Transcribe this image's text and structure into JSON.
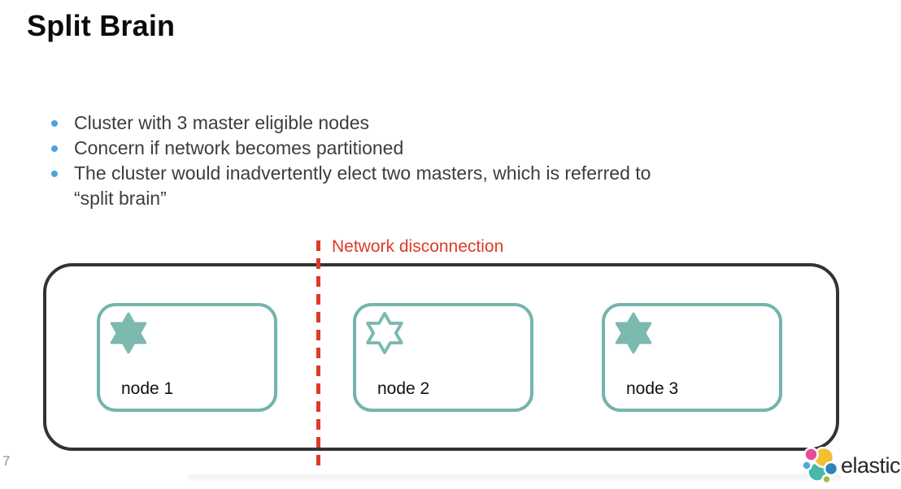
{
  "slide": {
    "title": "Split Brain",
    "page_number": "7"
  },
  "bullets": [
    "Cluster with 3 master eligible nodes",
    "Concern if network becomes partitioned",
    "The cluster would inadvertently elect two masters, which is referred to\n“split brain”"
  ],
  "diagram": {
    "annotation": "Network disconnection",
    "nodes": [
      {
        "label": "node 1",
        "star": "filled"
      },
      {
        "label": "node 2",
        "star": "outline"
      },
      {
        "label": "node 3",
        "star": "filled"
      }
    ]
  },
  "branding": {
    "logo_text": "elastic"
  },
  "colors": {
    "annotation_red": "#dd3a2a",
    "node_teal": "#74b5ab",
    "star_teal": "#7cb9af",
    "cluster_border": "#333333",
    "bullet_blue": "#4ea3d9",
    "body_text": "#3d3d3d"
  }
}
